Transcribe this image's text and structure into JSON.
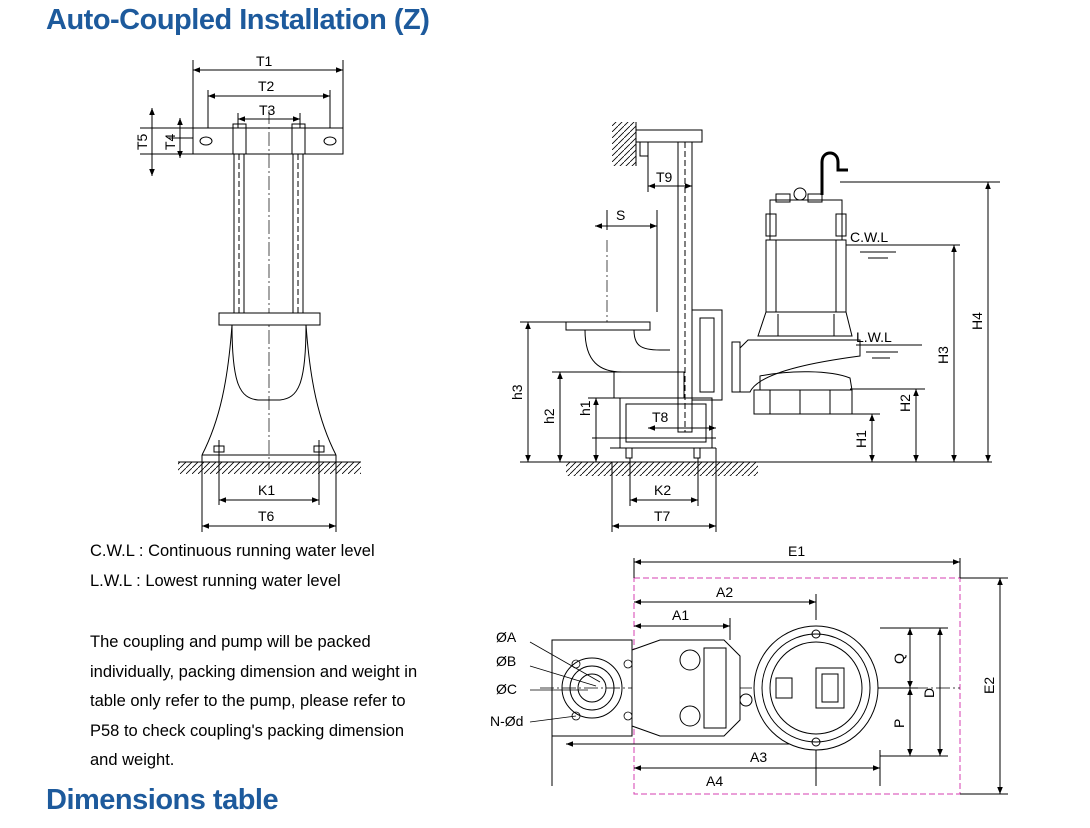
{
  "title": "Auto-Coupled Installation (Z)",
  "section_title": "Dimensions table",
  "legend": {
    "cwl": "C.W.L : Continuous running water level",
    "lwl": "L.W.L :  Lowest running water level"
  },
  "note": "The coupling and pump will be packed individually,  packing  dimension and weight  in table only refer to the pump, please refer to P58 to check coupling's packing dimension and weight.",
  "labels": {
    "T1": "T1",
    "T2": "T2",
    "T3": "T3",
    "T4": "T4",
    "T5": "T5",
    "T6": "T6",
    "T7": "T7",
    "T8": "T8",
    "T9": "T9",
    "K1": "K1",
    "K2": "K2",
    "S": "S",
    "h1": "h1",
    "h2": "h2",
    "h3": "h3",
    "H1": "H1",
    "H2": "H2",
    "H3": "H3",
    "H4": "H4",
    "CWL": "C.W.L",
    "LWL": "L.W.L",
    "E1": "E1",
    "E2": "E2",
    "A1": "A1",
    "A2": "A2",
    "A3": "A3",
    "A4": "A4",
    "Q": "Q",
    "P": "P",
    "D": "D",
    "OA": "ØA",
    "OB": "ØB",
    "OC": "ØC",
    "Nd": "N-Ød"
  }
}
